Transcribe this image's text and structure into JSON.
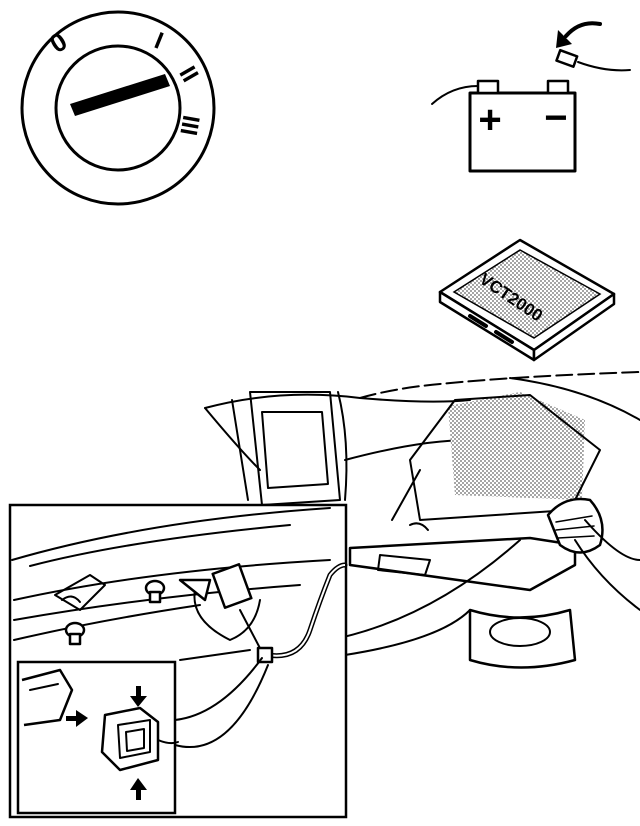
{
  "ignition": {
    "positions": [
      "0",
      "I",
      "II",
      "III"
    ]
  },
  "battery": {
    "positive_symbol": "+",
    "negative_symbol": "−"
  },
  "software_box": {
    "label": "VCT2000"
  },
  "colors": {
    "line": "#000000",
    "background": "#ffffff",
    "shading": "#999999"
  }
}
